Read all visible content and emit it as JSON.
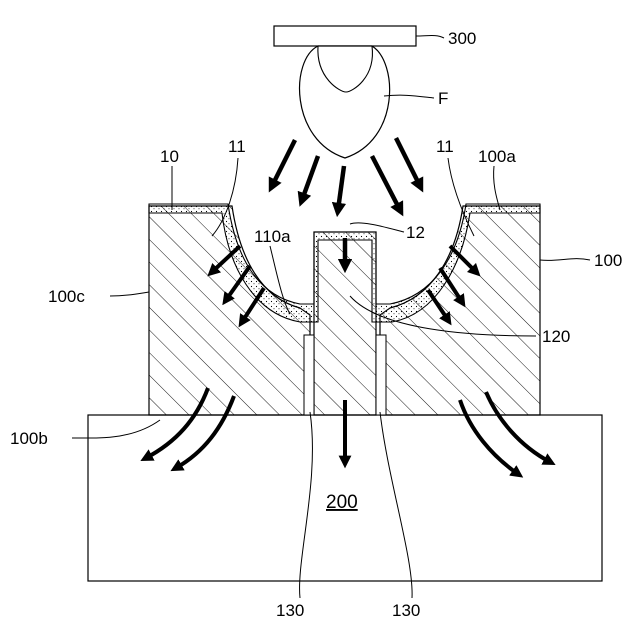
{
  "figure": {
    "labels": {
      "lamp_holder": "300",
      "heat_source": "F",
      "sheet_layer": "10",
      "radiation_left": "11",
      "radiation_right": "11",
      "top_surface": "100a",
      "core_top": "110a",
      "core_region": "12",
      "mold_block": "100",
      "side_surface": "100c",
      "core": "120",
      "bottom_surface": "100b",
      "base_block": "200",
      "vent_left": "130",
      "vent_right": "130"
    },
    "colors": {
      "stroke": "#000000",
      "hatch": "#000000",
      "layer_fill": "#ffffff",
      "background": "#ffffff"
    }
  }
}
